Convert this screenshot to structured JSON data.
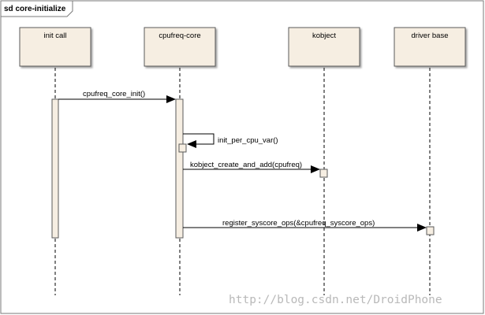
{
  "frame": {
    "title": "sd core-initialize"
  },
  "participants": [
    {
      "id": "init",
      "label": "init call"
    },
    {
      "id": "core",
      "label": "cpufreq-core"
    },
    {
      "id": "kobj",
      "label": "kobject"
    },
    {
      "id": "drv",
      "label": "driver base"
    }
  ],
  "messages": [
    {
      "from": "init",
      "to": "core",
      "label": "cpufreq_core_init()"
    },
    {
      "from": "core",
      "to": "core",
      "label": "init_per_cpu_var()"
    },
    {
      "from": "core",
      "to": "kobj",
      "label": "kobject_create_and_add(cpufreq)"
    },
    {
      "from": "core",
      "to": "drv",
      "label": "register_syscore_ops(&cpufreq_syscore_ops)"
    }
  ],
  "watermark": "http://blog.csdn.net/DroidPhone",
  "colors": {
    "box_fill": "#f6eee2",
    "box_stroke": "#5a5a5a",
    "line": "#000000",
    "frame_stroke": "#7a7a7a"
  }
}
